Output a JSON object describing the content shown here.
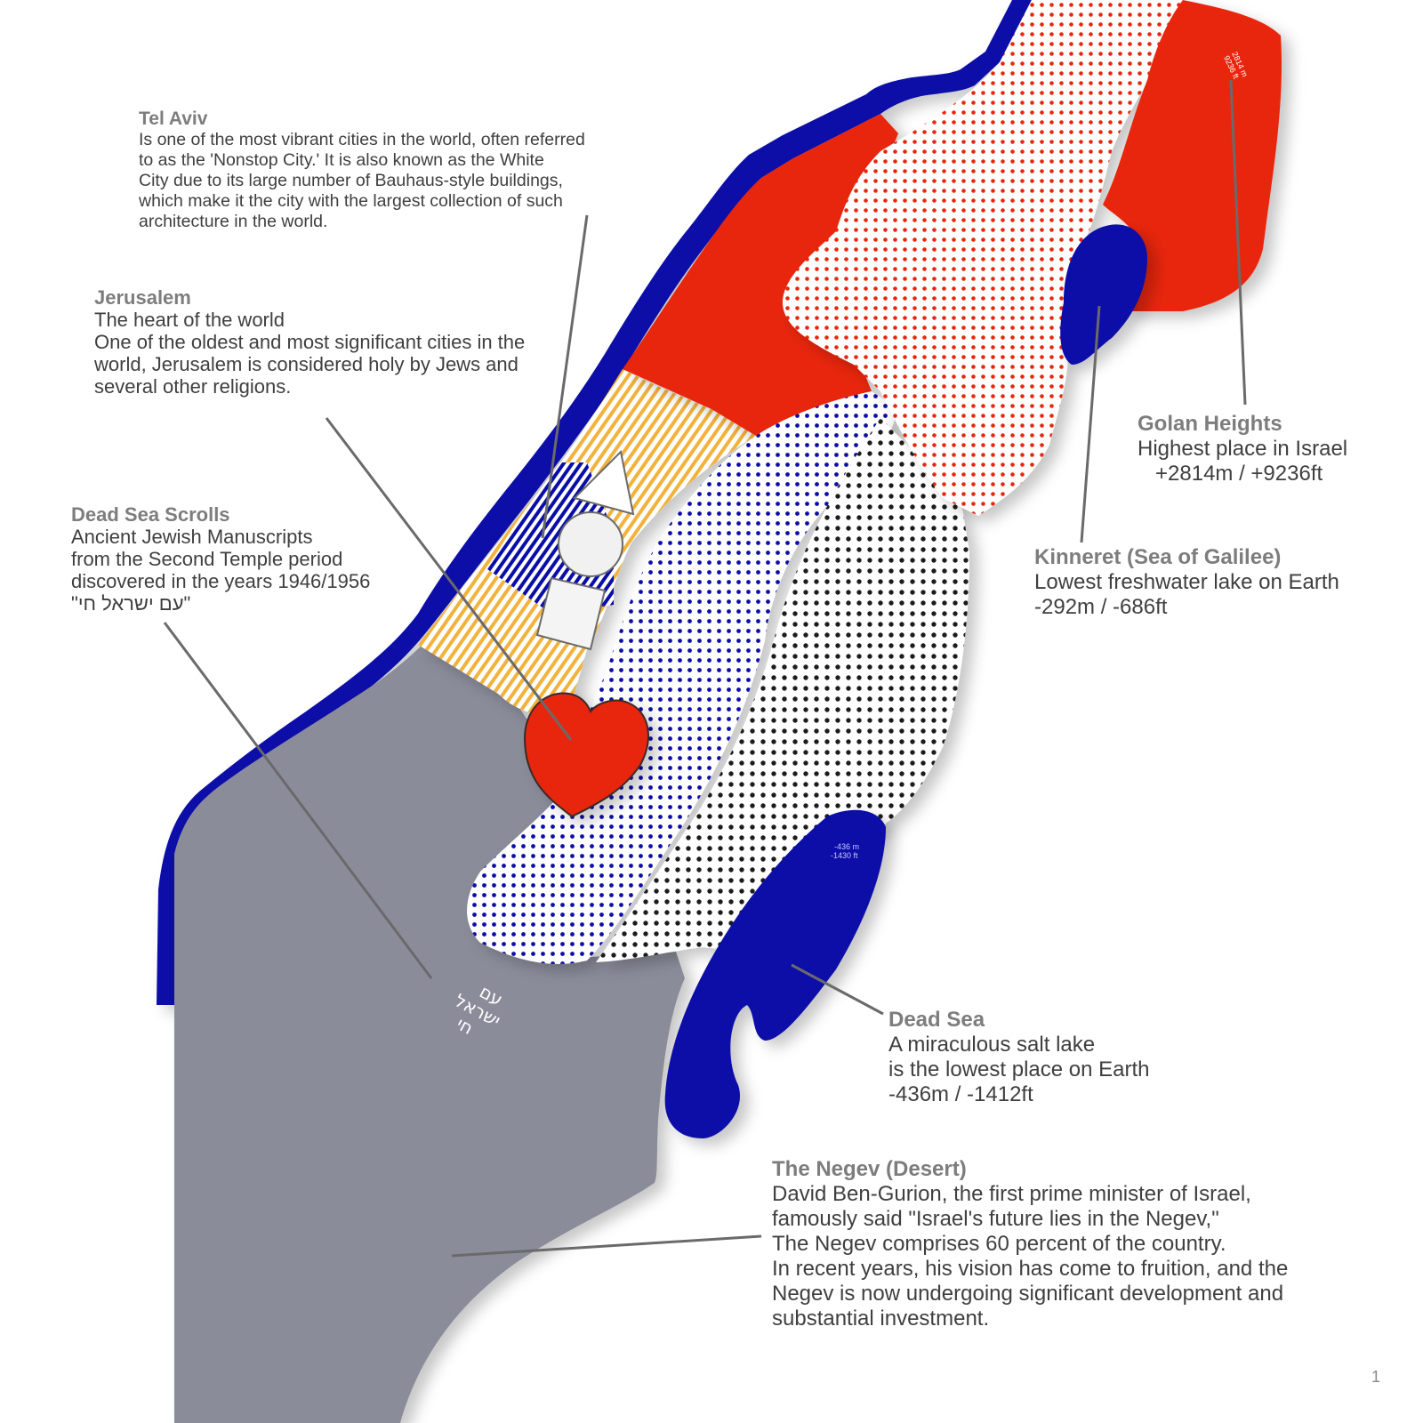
{
  "colors": {
    "blue": "#0a0ea8",
    "red": "#e8260a",
    "grey": "#8a8c9a",
    "stripe": "#f2b23a",
    "black_dots": "#1a1a1a",
    "leader_line": "#6a6a6a"
  },
  "map": {
    "marks": {
      "golan_elevation": [
        "2814 m",
        "9236 ft"
      ],
      "dead_sea_elevation": [
        "-436 m",
        "-1430 ft"
      ]
    },
    "signature": [
      "עם",
      "ישראל",
      "חי"
    ],
    "icons": [
      "triangle-icon",
      "circle-icon",
      "square-icon",
      "heart-icon"
    ]
  },
  "annotations": {
    "tel_aviv": {
      "title": "Tel Aviv",
      "lines": [
        "Is one of the most vibrant cities in the world, often referred",
        "to as the 'Nonstop City.' It is also known as the White",
        "City due to its large number of Bauhaus-style buildings,",
        "which make it the city with the largest collection of such",
        "architecture in the world."
      ]
    },
    "jerusalem": {
      "title": "Jerusalem",
      "lines": [
        "The heart of the world",
        "One of the oldest and most significant cities in the",
        "world, Jerusalem is considered holy by Jews and",
        "several other religions."
      ]
    },
    "dead_sea_scrolls": {
      "title": "Dead Sea Scrolls",
      "lines": [
        "Ancient Jewish Manuscripts",
        "from the Second Temple period",
        "discovered in the years 1946/1956",
        "\"עם ישראל חי\""
      ]
    },
    "golan_heights": {
      "title": "Golan Heights",
      "lines": [
        "Highest place in Israel",
        "   +2814m / +9236ft"
      ]
    },
    "kinneret": {
      "title": "Kinneret (Sea of Galilee)",
      "lines": [
        "Lowest freshwater lake on Earth",
        "-292m / -686ft"
      ]
    },
    "dead_sea": {
      "title": "Dead Sea",
      "lines": [
        "A miraculous salt lake",
        "is the lowest place on Earth",
        "-436m / -1412ft"
      ]
    },
    "negev": {
      "title": "The Negev (Desert)",
      "lines": [
        "David Ben-Gurion, the first prime minister of Israel,",
        "famously said \"Israel's future lies in the Negev,\"",
        "The Negev comprises 60 percent of the country.",
        "In recent years, his vision has come to fruition, and the",
        "Negev is now undergoing significant development and",
        "substantial investment."
      ]
    }
  },
  "page_number": "1"
}
